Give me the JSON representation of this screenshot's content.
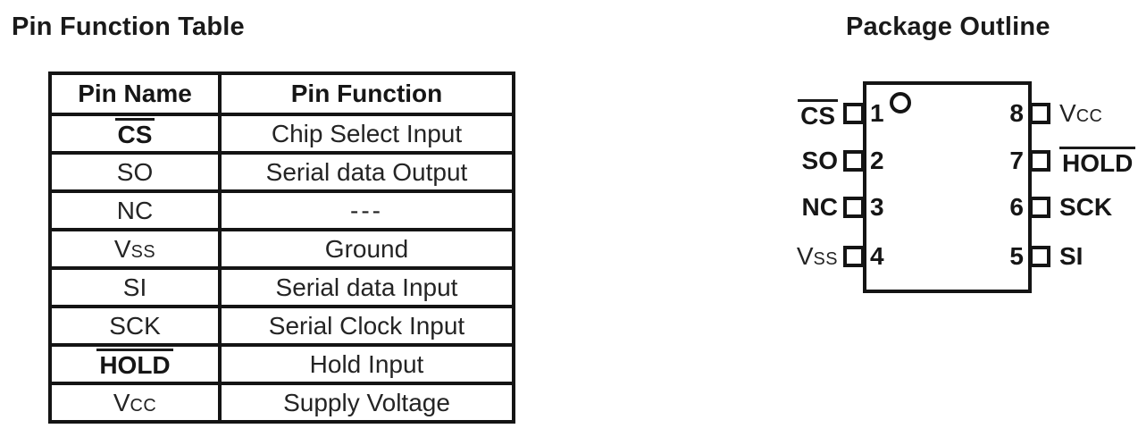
{
  "titles": {
    "left": "Pin Function Table",
    "right": "Package Outline"
  },
  "pin_table": {
    "headers": [
      "Pin Name",
      "Pin Function"
    ],
    "rows": [
      {
        "name": "CS",
        "function": "Chip Select Input",
        "overline": true,
        "bold": true,
        "smallcaps": false
      },
      {
        "name": "SO",
        "function": "Serial data Output",
        "overline": false,
        "bold": false,
        "smallcaps": false
      },
      {
        "name": "NC",
        "function": "---",
        "overline": false,
        "bold": false,
        "smallcaps": false
      },
      {
        "name": "Vss",
        "function": "Ground",
        "overline": false,
        "bold": false,
        "smallcaps": true
      },
      {
        "name": "SI",
        "function": "Serial data Input",
        "overline": false,
        "bold": false,
        "smallcaps": false
      },
      {
        "name": "SCK",
        "function": "Serial Clock Input",
        "overline": false,
        "bold": false,
        "smallcaps": false
      },
      {
        "name": "HOLD",
        "function": "Hold Input",
        "overline": true,
        "bold": true,
        "smallcaps": false
      },
      {
        "name": "Vcc",
        "function": "Supply Voltage",
        "overline": false,
        "bold": false,
        "smallcaps": true
      }
    ]
  },
  "package": {
    "left_pins": [
      {
        "number": "1",
        "label": "CS",
        "overline": true,
        "bold": true,
        "smallcaps": false
      },
      {
        "number": "2",
        "label": "SO",
        "overline": false,
        "bold": true,
        "smallcaps": false
      },
      {
        "number": "3",
        "label": "NC",
        "overline": false,
        "bold": true,
        "smallcaps": false
      },
      {
        "number": "4",
        "label": "Vss",
        "overline": false,
        "bold": false,
        "smallcaps": true
      }
    ],
    "right_pins": [
      {
        "number": "8",
        "label": "Vcc",
        "overline": false,
        "bold": false,
        "smallcaps": true
      },
      {
        "number": "7",
        "label": "HOLD",
        "overline": true,
        "bold": true,
        "smallcaps": false
      },
      {
        "number": "6",
        "label": "SCK",
        "overline": false,
        "bold": true,
        "smallcaps": false
      },
      {
        "number": "5",
        "label": "SI",
        "overline": false,
        "bold": true,
        "smallcaps": false
      }
    ],
    "pin1_indicator": "circle-icon"
  },
  "colors": {
    "ink": "#1a1a1a",
    "line": "#141414",
    "paper": "#ffffff"
  }
}
